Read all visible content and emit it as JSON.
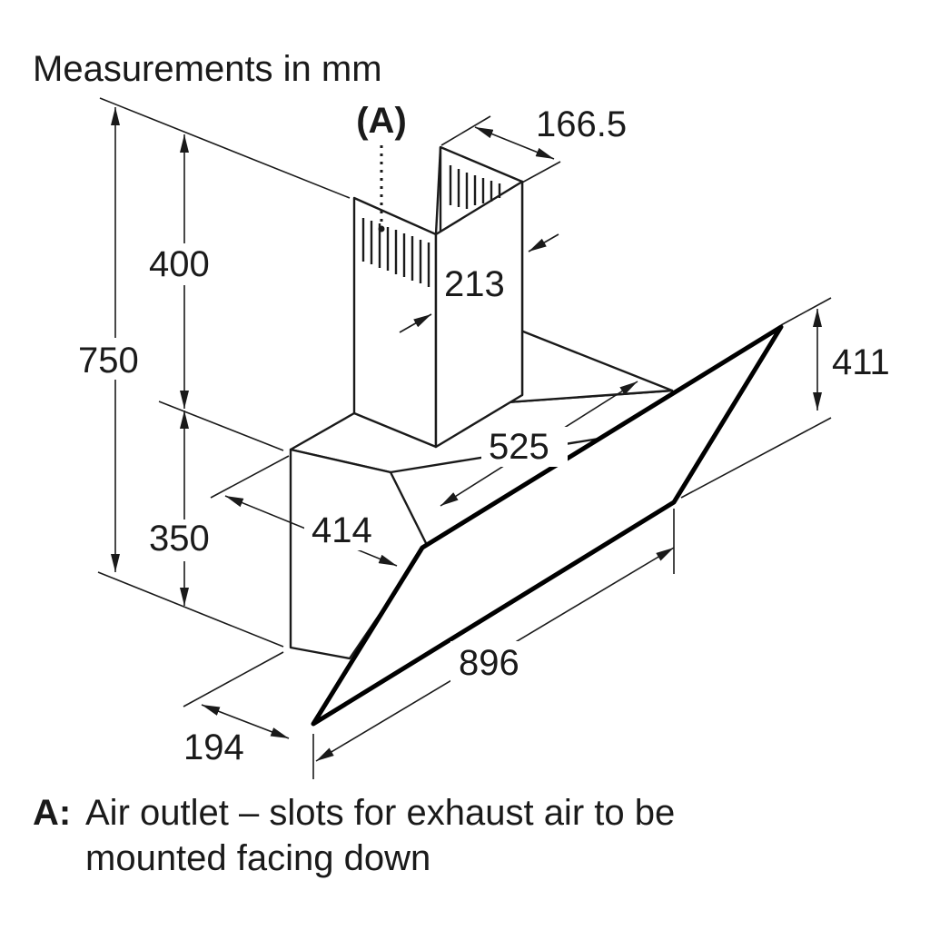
{
  "heading": "Measurements in mm",
  "marker": "(A)",
  "dimensions": {
    "chimney_width": "166.5",
    "chimney_depth": "213",
    "chimney_height": "400",
    "total_height": "750",
    "body_height": "350",
    "glass_height": "411",
    "body_depth": "525",
    "body_width": "414",
    "glass_width": "896",
    "bottom_depth": "194"
  },
  "legend": {
    "key": "A:",
    "line1": "Air outlet – slots for exhaust air to be",
    "line2": "mounted facing down"
  }
}
